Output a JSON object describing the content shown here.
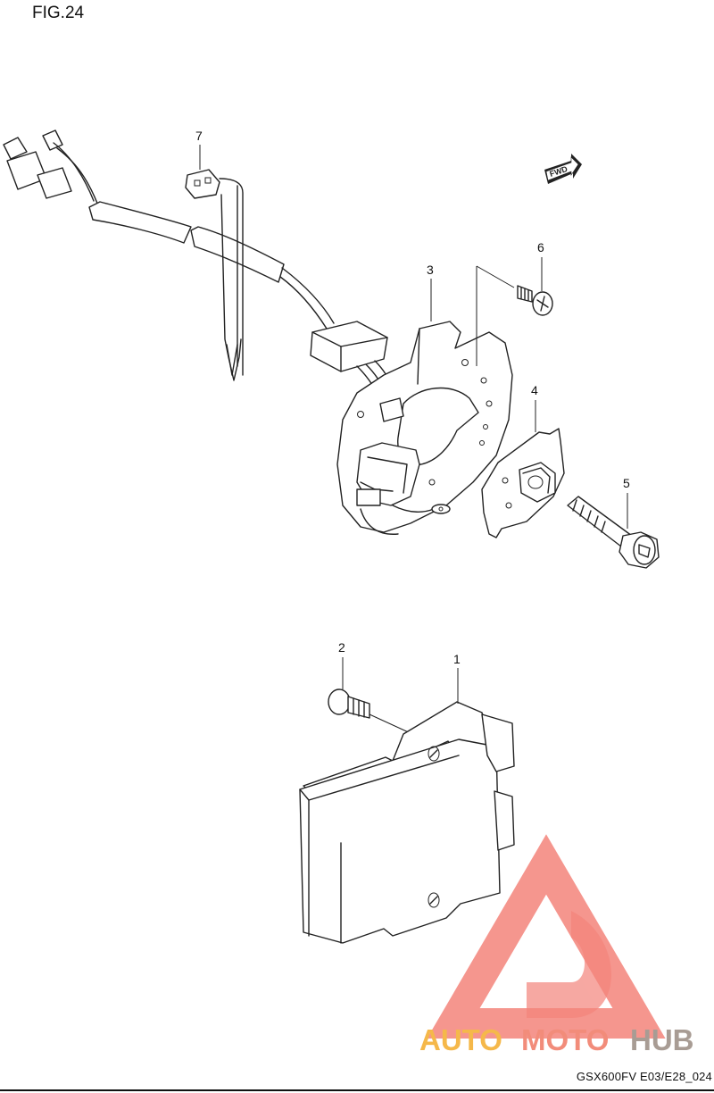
{
  "figure_label": "FIG.24",
  "drawing_code": "GSX600FV E03/E28_024",
  "fwd_label": "FWD",
  "callouts": [
    {
      "id": "part-1",
      "text": "1"
    },
    {
      "id": "part-2",
      "text": "2"
    },
    {
      "id": "part-3",
      "text": "3"
    },
    {
      "id": "part-4",
      "text": "4"
    },
    {
      "id": "part-5",
      "text": "5"
    },
    {
      "id": "part-6",
      "text": "6"
    },
    {
      "id": "part-7",
      "text": "7"
    }
  ],
  "watermark": {
    "part1": "AUTO",
    "part2": "MOTO",
    "part3": "HUB",
    "colors": {
      "auto": "#f5b84a",
      "moto": "#f28c7a",
      "hub": "#a89c94",
      "triangle": "#f05a4f"
    }
  }
}
